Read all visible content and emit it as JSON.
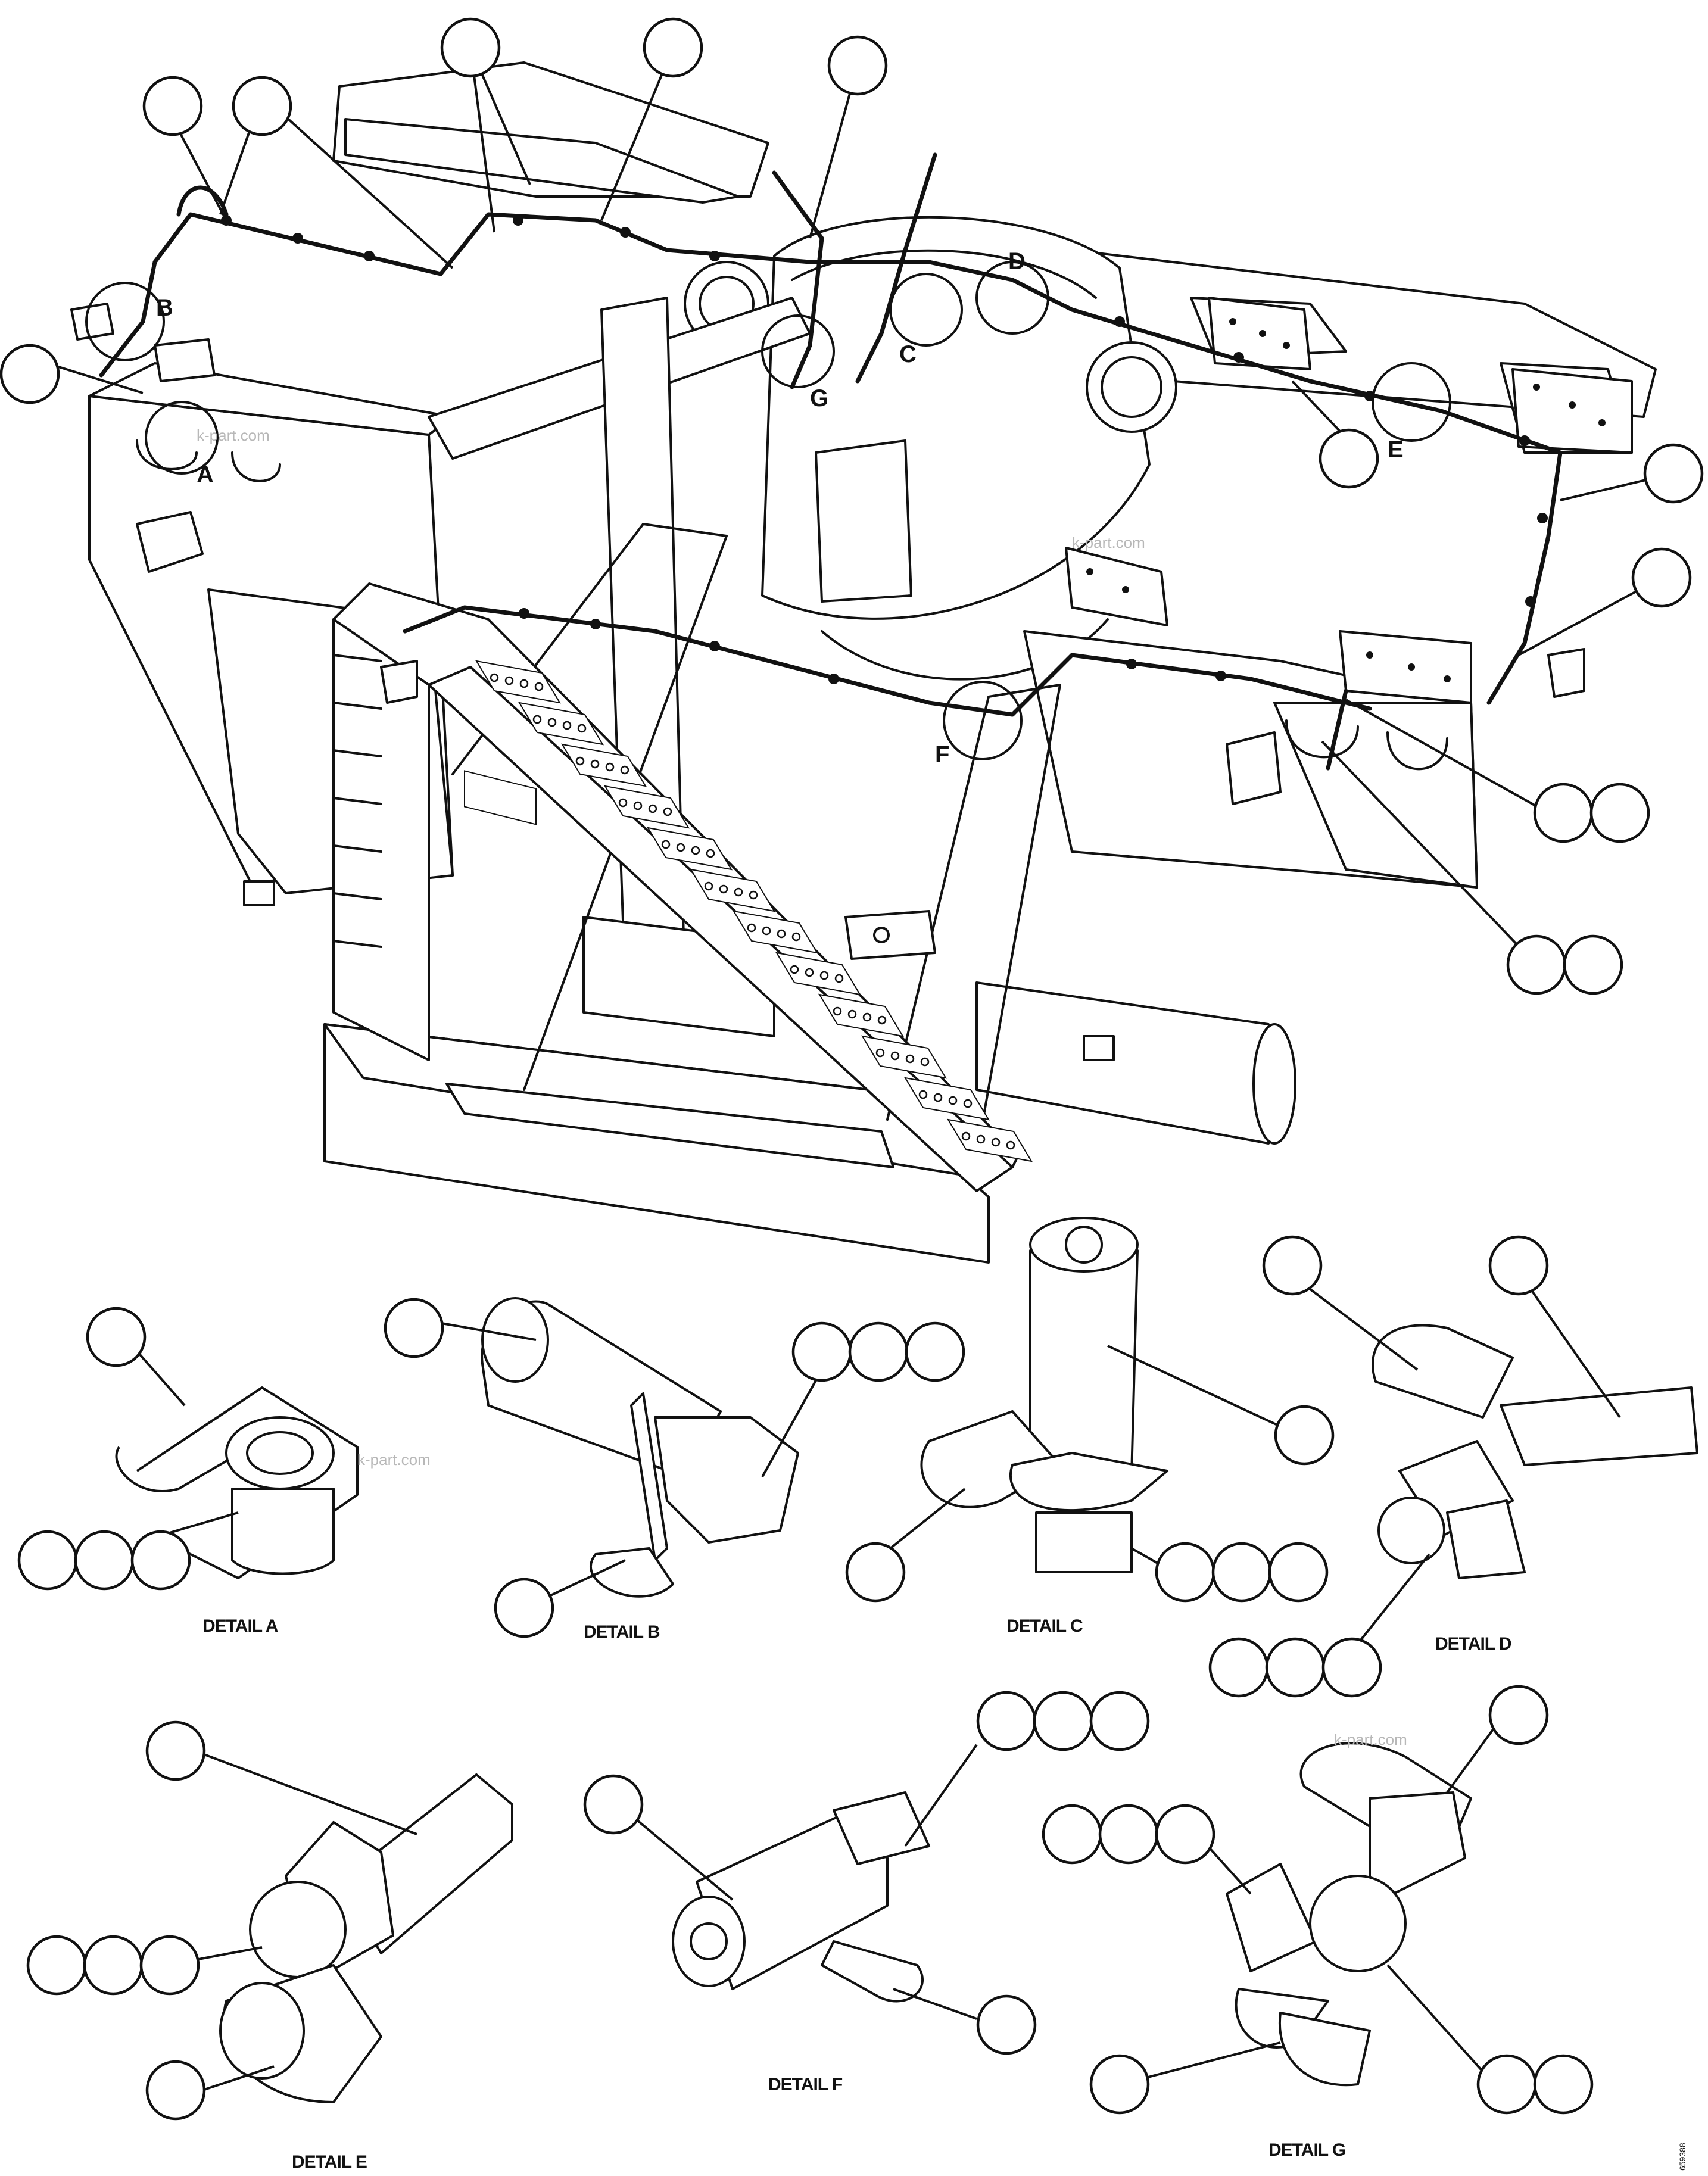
{
  "detail_labels": {
    "a": "DETAIL A",
    "b": "DETAIL B",
    "c": "DETAIL C",
    "d": "DETAIL D",
    "e": "DETAIL E",
    "f": "DETAIL F",
    "g": "DETAIL G"
  },
  "view_letters": {
    "a": "A",
    "b": "B",
    "c": "C",
    "d": "D",
    "e": "E",
    "f": "F",
    "g": "G"
  },
  "watermark": "k-part.com",
  "drawing_code": "659388"
}
